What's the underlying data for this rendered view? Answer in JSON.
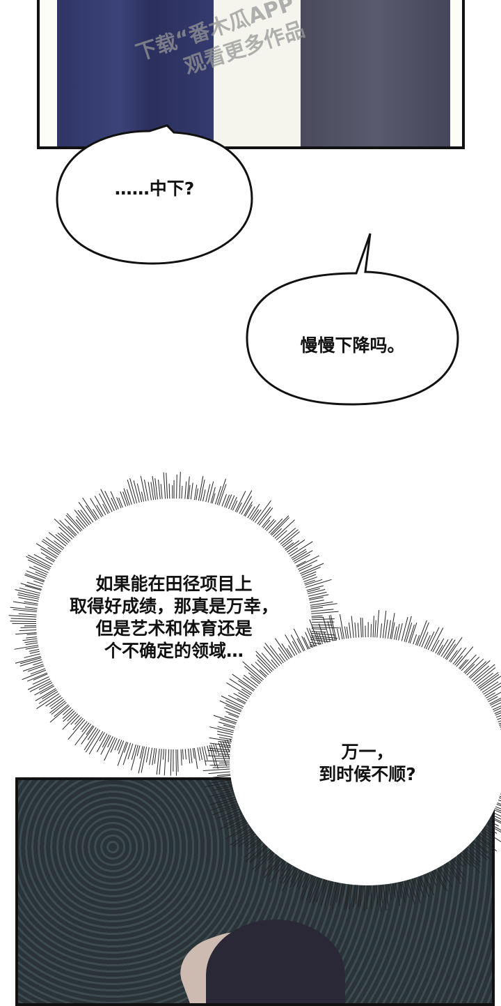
{
  "watermark": {
    "line1": "下载“番木瓜APP",
    "line2": "观看更多作品"
  },
  "bubbles": [
    {
      "text": "……中下?"
    },
    {
      "text": "慢慢下降吗。"
    }
  ],
  "thought_bursts": [
    {
      "lines": [
        "如果能在田径项目上",
        "取得好成绩，那真是万幸，",
        "但是艺术和体育还是",
        "个不确定的领域…"
      ]
    },
    {
      "lines": [
        "万一，",
        "到时候不顺?"
      ]
    }
  ],
  "colors": {
    "panel_border": "#111111",
    "suit_navy": "#343a6e",
    "suit_gray": "#55556a",
    "background_dark": "#2e3a3f"
  }
}
